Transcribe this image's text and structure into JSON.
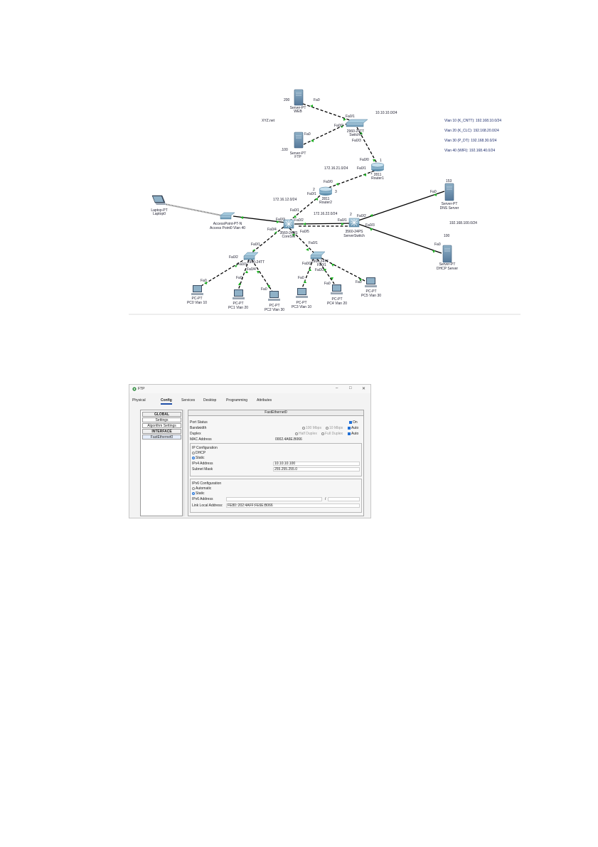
{
  "topology": {
    "devices": {
      "web_server": {
        "id": "200",
        "type": "Server-PT",
        "name": "WEB"
      },
      "ftp_server": {
        "id": ".100",
        "type": "Server-PT",
        "name": "FTP"
      },
      "switch0": {
        "type": "2960-24TT",
        "name": "Switch0"
      },
      "router1": {
        "type": "2811",
        "name": "Router1",
        "num": "1"
      },
      "router2": {
        "type": "2811",
        "name": "Router2",
        "num2": "2",
        "num3": "3"
      },
      "core_sw": {
        "type": "3560-24PS",
        "name": "CoreSW"
      },
      "server_switch": {
        "type": "3560-24PS",
        "name": "ServerSwitch",
        "num": "2"
      },
      "dns_server": {
        "id": "153",
        "type": "Server-PT",
        "name": "DNS Server"
      },
      "dhcp_server": {
        "id": "100",
        "type": "Server-PT",
        "name": "DHCP Server"
      },
      "access_point": {
        "type": "AccessPoint-PT-N",
        "name": "Access Point0 Vlan 40"
      },
      "laptop0": {
        "type": "Laptop-PT",
        "name": "Laptop0"
      },
      "sw_left": {
        "type": "2960-24TT"
      },
      "sw_right": {
        "type": "2960-24TT"
      },
      "pc0": {
        "type": "PC-PT",
        "name": "PC0 Vlan 10"
      },
      "pc1": {
        "type": "PC-PT",
        "name": "PC1 Vlan 20"
      },
      "pc2": {
        "type": "PC-PT",
        "name": "PC2 Vlan 30"
      },
      "pc3": {
        "type": "PC-PT",
        "name": "PC3 Vlan 10"
      },
      "pc4": {
        "type": "PC-PT",
        "name": "PC4 Vlan 20"
      },
      "pc5": {
        "type": "PC-PT",
        "name": "PC5 Vlan 30"
      }
    },
    "networks": {
      "net_web": "10.10.10.0/24",
      "net_r1_r2": "172.16.21.0/24",
      "net_r2_core": "172.16.12.0/24",
      "net_core_srv": "172.16.22.0/24",
      "net_srv": "192.168.100.0/24",
      "domain": "XYZ.net"
    },
    "vlans": [
      "Vlan 10 (K_CNTT): 192.168.10.0/24",
      "Vlan 20 (K_CLC): 192.168.20.0/24",
      "Vlan 30 (P_DT): 192.168.30.0/24",
      "Vlan 40 (WIFI): 192.168.40.0/24"
    ],
    "ports": {
      "fa0": "Fa0",
      "fa01": "Fa0/1",
      "fa02": "Fa0/2",
      "fa03": "Fa0/3",
      "fa04": "Fa0/4",
      "fa05": "Fa0/5",
      "fa00": "Fa0/0"
    }
  },
  "window": {
    "title": "FTP",
    "controls": {
      "minimize": "–",
      "maximize": "□",
      "close": "✕"
    },
    "tabs": [
      "Physical",
      "Config",
      "Services",
      "Desktop",
      "Programming",
      "Attributes"
    ],
    "active_tab": "Config",
    "sidebar": {
      "global_header": "GLOBAL",
      "items": [
        "Settings",
        "Algorithm Settings"
      ],
      "interface_header": "INTERFACE",
      "interfaces": [
        "FastEthernet0"
      ]
    },
    "panel": {
      "header": "FastEthernet0",
      "port_status_label": "Port Status",
      "port_status_on": "On",
      "bandwidth_label": "Bandwidth",
      "bw_100": "100 Mbps",
      "bw_10": "10 Mbps",
      "auto": "Auto",
      "duplex_label": "Duplex",
      "half": "Half Duplex",
      "full": "Full Duplex",
      "mac_label": "MAC Address",
      "mac_value": "0002.4A6E.B066",
      "ip_config_label": "IP Configuration",
      "dhcp": "DHCP",
      "static": "Static",
      "ipv4_label": "IPv4 Address",
      "ipv4_value": "10.10.10.100",
      "mask_label": "Subnet Mask",
      "mask_value": "255.255.255.0",
      "ipv6_config_label": "IPv6 Configuration",
      "automatic": "Automatic",
      "static6": "Static",
      "ipv6_label": "IPv6 Address",
      "ipv6_value": "",
      "ipv6_prefix_sep": "/",
      "link_local_label": "Link Local Address:",
      "link_local_value": "FE80::202:4AFF:FE6E:B066"
    }
  }
}
